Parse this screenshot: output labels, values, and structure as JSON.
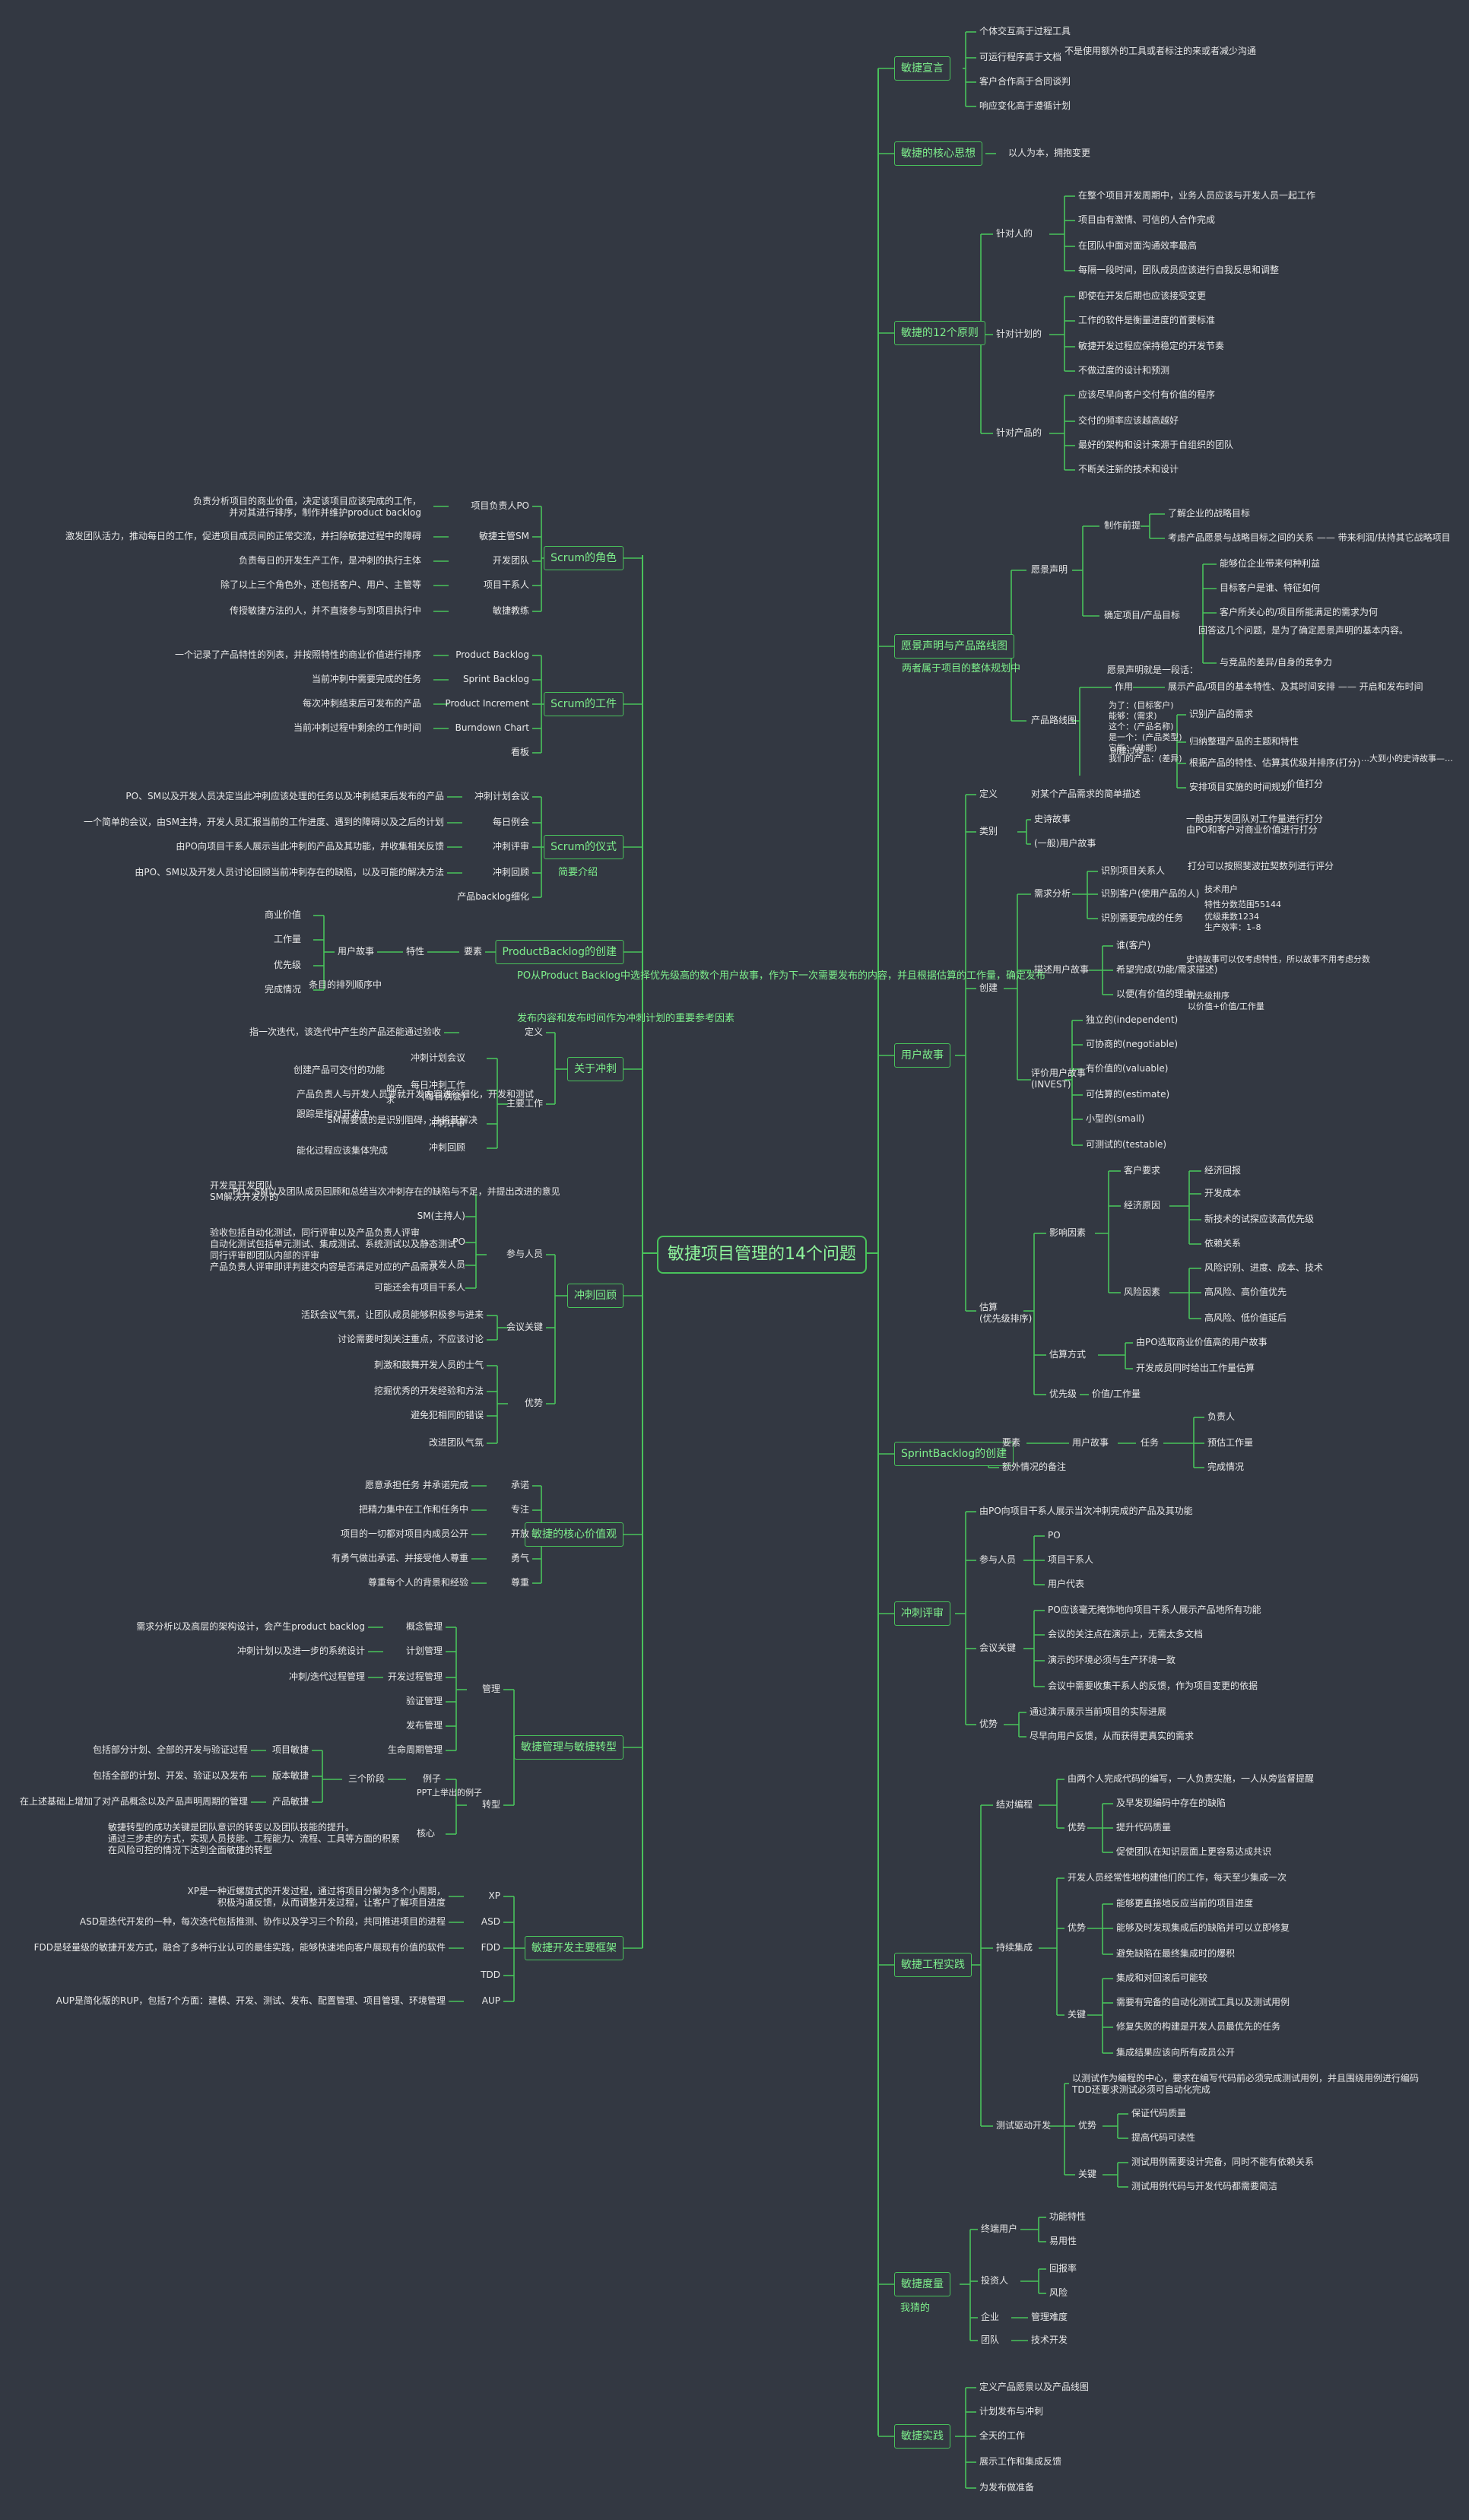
{
  "root_title": "敏捷项目管理的14个问题",
  "branches": {
    "manifesto": {
      "label": "敏捷宣言",
      "items": [
        "个体交互高于过程工具",
        "可运行程序高于文档",
        "客户合作高于合同谈判",
        "响应变化高于遵循计划"
      ],
      "note": "不是使用额外的工具或者标注的来或者减少沟通"
    },
    "core": {
      "label": "敏捷的核心思想",
      "item": "以人为本，拥抱变更"
    },
    "principles": {
      "label": "敏捷的12个原则",
      "groups": [
        {
          "label": "针对人的",
          "items": [
            "在整个项目开发周期中，业务人员应该与开发人员一起工作",
            "项目由有激情、可信的人合作完成",
            "在团队中面对面沟通效率最高",
            "每隔一段时间，团队成员应该进行自我反思和调整"
          ]
        },
        {
          "label": "针对计划的",
          "items": [
            "即使在开发后期也应该接受变更",
            "工作的软件是衡量进度的首要标准",
            "敏捷开发过程应保持稳定的开发节奏",
            "不做过度的设计和预测"
          ]
        },
        {
          "label": "针对产品的",
          "items": [
            "应该尽早向客户交付有价值的程序",
            "交付的频率应该越高越好",
            "最好的架构和设计来源于自组织的团队",
            "不断关注新的技术和设计"
          ]
        }
      ]
    },
    "vision": {
      "label": "愿景声明与产品路线图",
      "note": "两者属于项目的整体规划中",
      "statement": "愿景声明",
      "make_before": "制作前提",
      "make_items": [
        "了解企业的战略目标",
        "考虑产品愿景与战略目标之间的关系 —— 带来利润/扶持其它战略项目"
      ],
      "confirm": "确定项目/产品目标",
      "confirm_items": [
        "能够位企业带来何种利益",
        "目标客户是谁、特征如何",
        "客户所关心的/项目所能满足的需求为何",
        "与竞品的差异/自身的竞争力"
      ],
      "answer": "回答这几个问题，是为了确定愿景声明的基本内容。",
      "vs_after": "愿景声明就是一段话：",
      "roadmap": "产品路线图",
      "role": "作用",
      "role_text": "展示产品/项目的基本特性、及其时间安排 —— 开启和发布时间",
      "template_lines": [
        "为了：(目标客户)",
        "能够：(需求)",
        "这个：(产品名称)",
        "是一个：(产品类型)",
        "它能：(功能)",
        "我们的产品：(差异)"
      ],
      "template_note": "…大到小的史诗故事—…",
      "steps": [
        "识别产品的需求",
        "归纳整理产品的主题和特性",
        "根据产品的特性、估算其优级并排序(打分)",
        "安排项目实施的时间规划"
      ],
      "steps_ext": [
        "价值打分"
      ],
      "creation": "创建过程"
    },
    "user_story": {
      "label": "用户故事",
      "definition": "定义",
      "definition_text": "对某个产品需求的简单描述",
      "category": "类别",
      "category_items": [
        "史诗故事",
        "(一般)用户故事"
      ],
      "category_notes": [
        "一般由开发团队对工作量进行打分",
        "由PO和客户对商业价值进行打分"
      ],
      "create": "创建",
      "analysis": "需求分析",
      "analysis_items": [
        "识别项目关系人",
        "识别客户(使用产品的人)",
        "识别需要完成的任务"
      ],
      "analysis_notes": [
        "打分可以按照斐波拉契数列进行评分",
        "技术用户",
        "特性分数范围55144",
        "优级乘数1234",
        "生产效率：1–8"
      ],
      "describe": "描述用户故事",
      "describe_items": [
        "谁(客户)",
        "希望完成(功能/需求描述)",
        "以便(有价值的理由)"
      ],
      "describe_notes": [
        "史诗故事可以仅考虑特性，所以故事不用考虑分数",
        "优先级排序",
        "以价值+价值/工作量"
      ],
      "invest": "评价用户故事\n(INVEST)",
      "invest_items": [
        "独立的(independent)",
        "可协商的(negotiable)",
        "有价值的(valuable)",
        "可估算的(estimate)",
        "小型的(small)",
        "可测试的(testable)"
      ],
      "estimate": "估算\n(优先级排序)",
      "influence": "影响因素",
      "customer_need": "客户要求",
      "economic": "经济原因",
      "economic_items": [
        "经济回报",
        "开发成本",
        "新技术的试探应该高优先级",
        "依赖关系"
      ],
      "risk": "风险因素",
      "risk_items": [
        "风险识别、进度、成本、技术",
        "高风险、高价值优先",
        "高风险、低价值延后"
      ],
      "method": "估算方式",
      "method_items": [
        "由PO选取商业价值高的用户故事",
        "开发成员同时给出工作量估算"
      ],
      "priority": "优先级",
      "priority_item": "价值/工作量"
    },
    "sprint_backlog": {
      "label": "SprintBacklog的创建",
      "elements": "要素",
      "story": "用户故事",
      "task": "任务",
      "task_items": [
        "负责人",
        "预估工作量",
        "完成情况"
      ],
      "notes": "额外情况的备注"
    },
    "review": {
      "label": "冲刺评审",
      "intro": "由PO向项目干系人展示当次冲刺完成的产品及其功能",
      "participants": "参与人员",
      "participant_items": [
        "PO",
        "项目干系人",
        "用户代表"
      ],
      "key": "会议关键",
      "key_items": [
        "PO应该毫无掩饰地向项目干系人展示产品地所有功能",
        "会议的关注点在演示上，无需太多文档",
        "演示的环境必须与生产环境一致",
        "会议中需要收集干系人的反馈，作为项目变更的依据"
      ],
      "advantage": "优势",
      "advantage_items": [
        "通过演示展示当前项目的实际进展",
        "尽早向用户反馈，从而获得更真实的需求"
      ]
    },
    "engineering": {
      "label": "敏捷工程实践",
      "pair": "结对编程",
      "pair_text": "由两个人完成代码的编写，一人负责实施，一人从旁监督提醒",
      "pair_adv": "优势",
      "pair_adv_items": [
        "及早发现编码中存在的缺陷",
        "提升代码质量",
        "促使团队在知识层面上更容易达成共识"
      ],
      "ci": "持续集成",
      "ci_text": "开发人员经常性地构建他们的工作，每天至少集成一次",
      "ci_adv": "优势",
      "ci_adv_items": [
        "能够更直接地反应当前的项目进度",
        "能够及时发现集成后的缺陷并可以立即修复",
        "避免缺陷在最终集成时的爆积"
      ],
      "ci_key": "关键",
      "ci_key_items": [
        "集成和对回滚后可能较",
        "需要有完备的自动化测试工具以及测试用例",
        "修复失败的构建是开发人员最优先的任务",
        "集成结果应该向所有成员公开"
      ],
      "tdd": "测试驱动开发",
      "tdd_text": "以测试作为编程的中心，要求在编写代码前必须完成测试用例，并且围绕用例进行编码\nTDD还要求测试必须可自动化完成",
      "tdd_adv": "优势",
      "tdd_adv_items": [
        "保证代码质量",
        "提高代码可读性"
      ],
      "tdd_key": "关键",
      "tdd_key_items": [
        "测试用例需要设计完备，同时不能有依赖关系",
        "测试用例代码与开发代码都需要简洁"
      ]
    },
    "measure": {
      "label": "敏捷度量",
      "note": "我猜的",
      "groups": [
        {
          "label": "终端用户",
          "items": [
            "功能特性",
            "易用性"
          ]
        },
        {
          "label": "投资人",
          "items": [
            "回报率",
            "风险"
          ]
        },
        {
          "label": "企业",
          "items": [
            "管理难度"
          ]
        },
        {
          "label": "团队",
          "items": [
            "技术开发"
          ]
        }
      ]
    },
    "practice": {
      "label": "敏捷实践",
      "items": [
        "定义产品愿景以及产品线图",
        "计划发布与冲刺",
        "全天的工作",
        "展示工作和集成反馈",
        "为发布做准备"
      ]
    },
    "scrum_roles": {
      "label": "Scrum的角色",
      "roles": [
        {
          "label": "项目负责人PO",
          "desc": "负责分析项目的商业价值，决定该项目应该完成的工作，\n并对其进行排序，制作并维护product backlog"
        },
        {
          "label": "敏捷主管SM",
          "desc": "激发团队活力，推动每日的工作，促进项目成员间的正常交流，并扫除敏捷过程中的障碍"
        },
        {
          "label": "开发团队",
          "desc": "负责每日的开发生产工作，是冲刺的执行主体"
        },
        {
          "label": "项目干系人",
          "desc": "除了以上三个角色外，还包括客户、用户、主管等"
        },
        {
          "label": "敏捷教练",
          "desc": "传授敏捷方法的人，并不直接参与到项目执行中"
        }
      ]
    },
    "scrum_artifacts": {
      "label": "Scrum的工件",
      "items": [
        {
          "label": "Product Backlog",
          "desc": "一个记录了产品特性的列表，并按照特性的商业价值进行排序"
        },
        {
          "label": "Sprint Backlog",
          "desc": "当前冲刺中需要完成的任务"
        },
        {
          "label": "Product Increment",
          "desc": "每次冲刺结束后可发布的产品"
        },
        {
          "label": "Burndown Chart",
          "desc": "当前冲刺过程中剩余的工作时间"
        },
        {
          "label": "看板",
          "desc": ""
        }
      ]
    },
    "scrum_ceremonies": {
      "label": "Scrum的仪式",
      "note": "简要介绍",
      "items": [
        {
          "label": "冲刺计划会议",
          "desc": "PO、SM以及开发人员决定当此冲刺应该处理的任务以及冲刺结束后发布的产品"
        },
        {
          "label": "每日例会",
          "desc": "一个简单的会议，由SM主持，开发人员汇报当前的工作进度、遇到的障碍以及之后的计划"
        },
        {
          "label": "冲刺评审",
          "desc": "由PO向项目干系人展示当此冲刺的产品及其功能，并收集相关反馈"
        },
        {
          "label": "冲刺回顾",
          "desc": "由PO、SM以及开发人员讨论回顾当前冲刺存在的缺陷，以及可能的解决方法"
        },
        {
          "label": "产品backlog细化",
          "desc": ""
        }
      ]
    },
    "product_backlog": {
      "label": "ProductBacklog的创建",
      "note": "PO从Product Backlog中选择优先级高的数个用户故事，作为下一次需要发布的内容，并且根据估算的工作量，确定发布",
      "elements": "要素",
      "story": "用户故事",
      "feature": "特性",
      "feature_items": [
        "商业价值",
        "工作量",
        "优先级",
        "完成情况"
      ],
      "note2": "条目的排列顺序中"
    },
    "about_sprint": {
      "label": "关于冲刺",
      "note": "发布内容和发布时间作为冲刺计划的重要参考因素",
      "definition": "定义",
      "definition_text": "指一次迭代，该迭代中产生的产品还能通过验收",
      "main": "主要工作",
      "main_items": [
        "冲刺计划会议",
        "每日冲刺工作\n(每日例会)",
        "冲刺评审",
        "冲刺回顾"
      ],
      "main_descs": [
        "创建产品可交付的功能",
        "产品负责人与开发人员要就开发内容进行细化，开发和测试",
        "跟踪是指对开发中",
        "SM需要做的是识别阻碍，并将其解决",
        "能化过程应该集体完成"
      ],
      "demand": "的产\n求"
    },
    "retrospective": {
      "label": "冲刺回顾",
      "participants": "参与人员",
      "participant_items": [
        {
          "label": "开发人员",
          "desc": "开发是开发团队\nSM解决开发外的"
        },
        {
          "label": "SM(主持人)",
          "desc": "PO、SM以及团队成员回顾和总结当次冲刺存在的缺陷与不足，并提出改进的意见"
        },
        {
          "label": "PO",
          "desc": "验收包括自动化测试，同行评审以及产品负责人评审\n自动化测试包括单元测试、集成测试、系统测试以及静态测试\n同行评审即团队内部的评审\n产品负责人评审即评判建交内容是否满足对应的产品需求"
        },
        {
          "label": "开发人员",
          "desc": ""
        },
        {
          "label": "可能还会有项目干系人",
          "desc": ""
        }
      ],
      "key": "会议关键",
      "key_items": [
        "活跃会议气氛，让团队成员能够积极参与进来",
        "讨论需要时刻关注重点，不应该讨论"
      ],
      "advantage": "优势",
      "advantage_items": [
        "刺激和鼓舞开发人员的士气",
        "挖掘优秀的开发经验和方法",
        "避免犯相同的错误",
        "改进团队气氛"
      ]
    },
    "values": {
      "label": "敏捷的核心价值观",
      "items": [
        {
          "label": "承诺",
          "desc": "愿意承担任务 并承诺完成"
        },
        {
          "label": "专注",
          "desc": "把精力集中在工作和任务中"
        },
        {
          "label": "开放",
          "desc": "项目的一切都对项目内成员公开"
        },
        {
          "label": "勇气",
          "desc": "有勇气做出承诺、并接受他人尊重"
        },
        {
          "label": "尊重",
          "desc": "尊重每个人的背景和经验"
        }
      ]
    },
    "transform": {
      "label": "敏捷管理与敏捷转型",
      "manage": "管理",
      "manage_items": [
        {
          "label": "概念管理",
          "desc": "需求分析以及高层的架构设计，会产生product backlog"
        },
        {
          "label": "计划管理",
          "desc": "冲刺计划以及进一步的系统设计"
        },
        {
          "label": "开发过程管理",
          "desc": "冲刺/迭代过程管理"
        },
        {
          "label": "验证管理",
          "desc": ""
        },
        {
          "label": "发布管理",
          "desc": ""
        },
        {
          "label": "生命周期管理",
          "desc": ""
        }
      ],
      "transition": "转型",
      "examples": "例子",
      "ppt": "PPT上举出的例子",
      "three_stages": "三个阶段",
      "stage_items": [
        {
          "label": "项目敏捷",
          "desc": "包括部分计划、全部的开发与验证过程"
        },
        {
          "label": "版本敏捷",
          "desc": "包括全部的计划、开发、验证以及发布"
        },
        {
          "label": "产品敏捷",
          "desc": "在上述基础上增加了对产品概念以及产品声明周期的管理"
        }
      ],
      "core": "核心",
      "core_desc": "敏捷转型的成功关键是团队意识的转变以及团队技能的提升。\n通过三步走的方式，实现人员技能、工程能力、流程、工具等方面的积累\n在风险可控的情况下达到全面敏捷的转型"
    },
    "frameworks": {
      "label": "敏捷开发主要框架",
      "items": [
        {
          "label": "XP",
          "desc": "XP是一种近螺旋式的开发过程，通过将项目分解为多个小周期，\n积极沟通反馈，从而调整开发过程，让客户了解项目进度"
        },
        {
          "label": "ASD",
          "desc": "ASD是迭代开发的一种，每次迭代包括推测、协作以及学习三个阶段，共同推进项目的进程"
        },
        {
          "label": "FDD",
          "desc": "FDD是轻量级的敏捷开发方式，融合了多种行业认可的最佳实践，能够快速地向客户展现有价值的软件"
        },
        {
          "label": "TDD",
          "desc": ""
        },
        {
          "label": "AUP",
          "desc": "AUP是简化版的RUP，包括7个方面：建模、开发、测试、发布、配置管理、项目管理、环境管理"
        }
      ]
    }
  }
}
